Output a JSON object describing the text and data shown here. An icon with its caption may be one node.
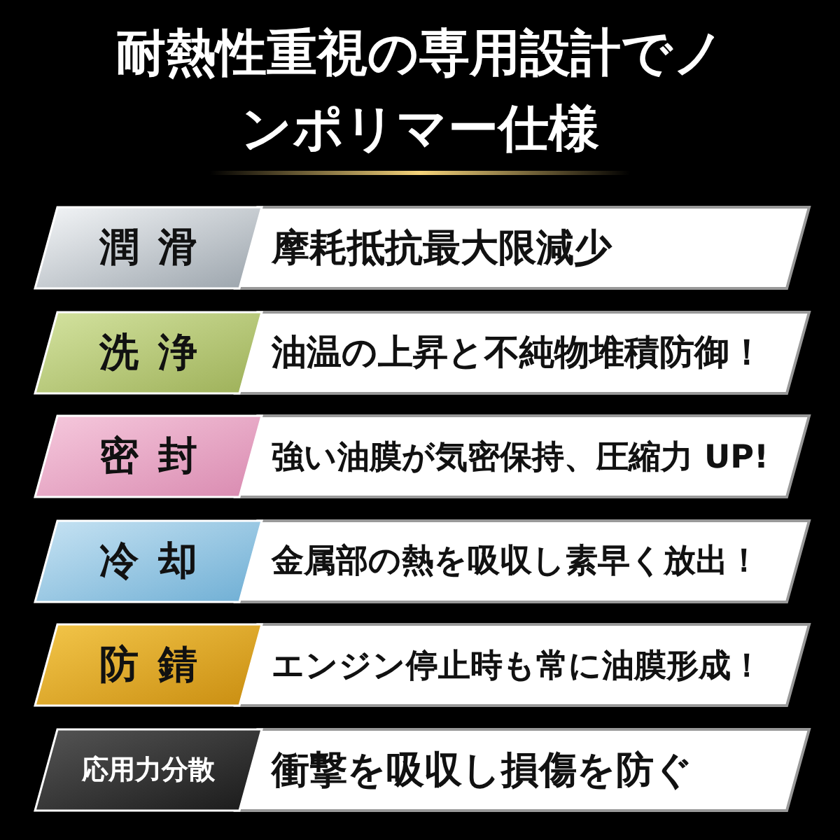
{
  "diagram": {
    "title": "耐熱性重視の専用設計でノンポリマー仕様",
    "nodes": [
      {
        "text": [
          "潤滑"
        ]
      },
      {
        "text": [
          "摩耗抵抗最大限減少"
        ]
      },
      {
        "text": [
          "洗浄"
        ]
      },
      {
        "text": [
          "油温の上昇と不純物堆積防御！"
        ]
      },
      {
        "text": [
          "密封"
        ]
      },
      {
        "text": [
          "強い油膜が気密保持、圧縮力 UP!"
        ]
      },
      {
        "text": [
          "冷却"
        ]
      },
      {
        "text": [
          "金属部の熱を吸収し素早く放出！"
        ]
      },
      {
        "text": [
          "防錆"
        ]
      },
      {
        "text": [
          "エンジン停止時も常に油膜形成！"
        ]
      },
      {
        "text": [
          "応用力分散"
        ]
      },
      {
        "text": [
          "衝撃を吸収し損傷を防ぐ"
        ]
      }
    ]
  }
}
